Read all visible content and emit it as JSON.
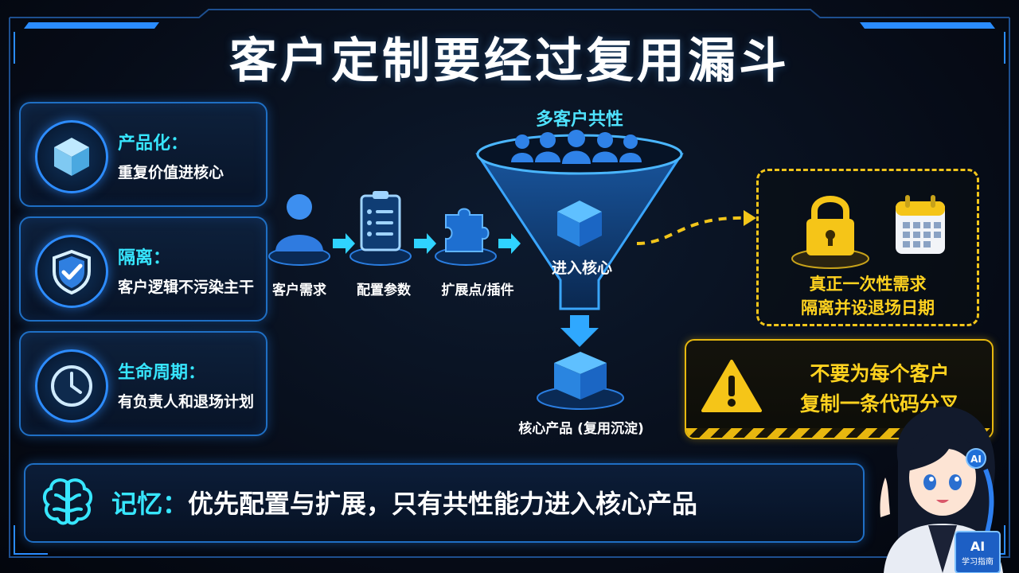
{
  "title": "客户定制要经过复用漏斗",
  "cards": [
    {
      "title": "产品化：",
      "desc": "重复价值进核心",
      "icon": "cube-icon"
    },
    {
      "title": "隔离：",
      "desc": "客户逻辑不污染主干",
      "icon": "shield-check-icon"
    },
    {
      "title": "生命周期：",
      "desc": "有负责人和退场计划",
      "icon": "clock-icon"
    }
  ],
  "flow": {
    "steps": [
      {
        "label": "客户需求",
        "icon": "user-icon"
      },
      {
        "label": "配置参数",
        "icon": "clipboard-icon"
      },
      {
        "label": "扩展点/插件",
        "icon": "puzzle-icon"
      }
    ],
    "funnel_top_label": "多客户共性",
    "funnel_core_label": "进入核心",
    "core_product_label": "核心产品 (复用沉淀)"
  },
  "once_box": {
    "line1": "真正一次性需求",
    "line2": "隔离并设退场日期",
    "icons": [
      "lock-icon",
      "calendar-icon"
    ]
  },
  "warning": {
    "line1": "不要为每个客户",
    "line2": "复制一条代码分叉",
    "icon": "warning-icon"
  },
  "memory": {
    "key": "记忆：",
    "text": "优先配置与扩展，只有共性能力进入核心产品",
    "icon": "brain-icon"
  },
  "mascot": {
    "badge": "AI",
    "book_title": "AI",
    "book_subtitle": "学习指南"
  },
  "colors": {
    "accent_cyan": "#37e6ff",
    "accent_blue": "#2d8cff",
    "warning_yellow": "#ffd21f"
  }
}
